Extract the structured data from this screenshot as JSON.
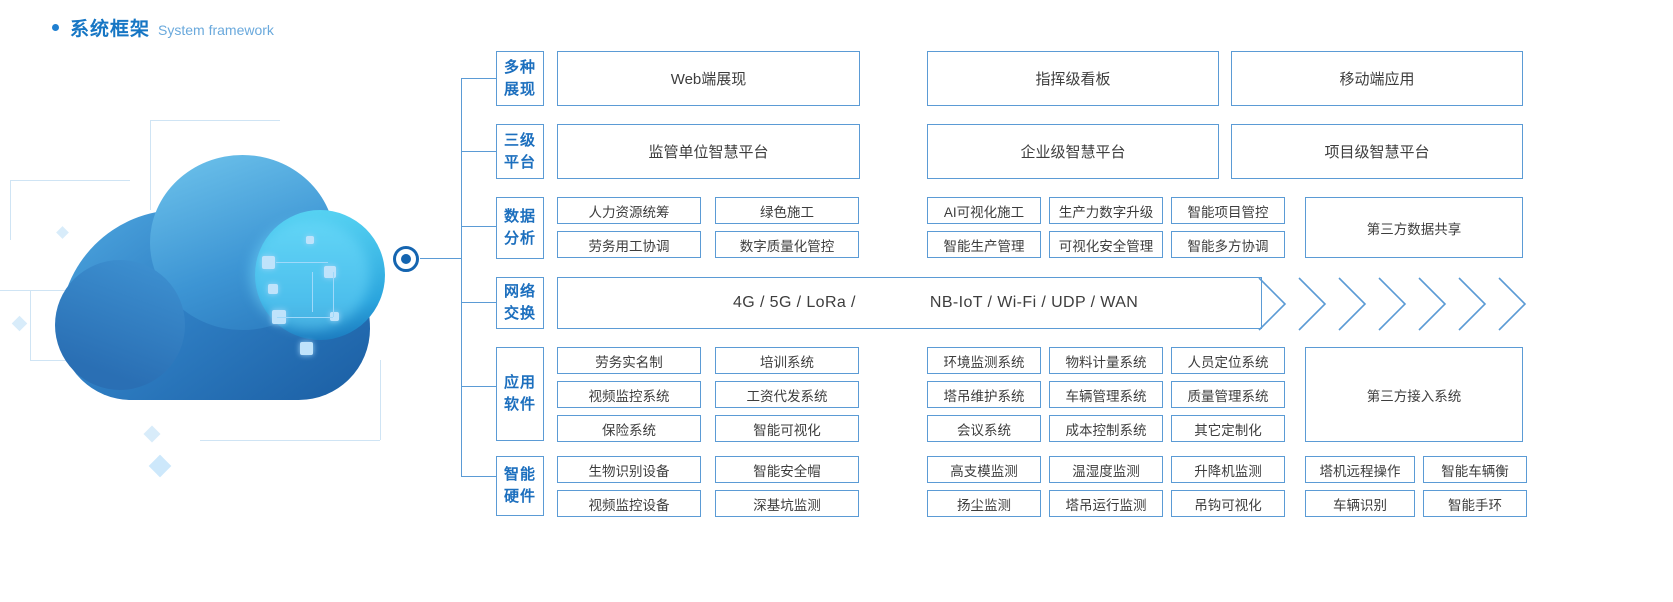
{
  "header": {
    "bullet": "bullet-dot",
    "title_zh": "系统框架",
    "title_en": "System framework"
  },
  "artwork": {
    "name": "cloud-illustration",
    "hub_node": "connection-hub-node"
  },
  "rows": [
    {
      "id": "presentation",
      "label": "多种\n展现",
      "label_line1": "多种",
      "label_line2": "展现",
      "type": "wide",
      "groups": [
        {
          "items": [
            "Web端展现"
          ]
        },
        {
          "items": [
            "指挥级看板"
          ]
        },
        {
          "items": [
            "移动端应用"
          ]
        }
      ]
    },
    {
      "id": "three-level-platform",
      "label_line1": "三级",
      "label_line2": "平台",
      "type": "wide",
      "groups": [
        {
          "items": [
            "监管单位智慧平台"
          ]
        },
        {
          "items": [
            "企业级智慧平台"
          ]
        },
        {
          "items": [
            "项目级智慧平台"
          ]
        }
      ]
    },
    {
      "id": "data-analysis",
      "label_line1": "数据",
      "label_line2": "分析",
      "type": "grid",
      "left_group": [
        "人力资源统筹",
        "绿色施工",
        "劳务用工协调",
        "数字质量化管控"
      ],
      "mid_group": [
        "AI可视化施工",
        "生产力数字升级",
        "智能项目管控",
        "智能生产管理",
        "可视化安全管理",
        "智能多方协调"
      ],
      "right_box": "第三方数据共享"
    },
    {
      "id": "network-exchange",
      "label_line1": "网络",
      "label_line2": "交换",
      "type": "network",
      "text_left": "4G / 5G / LoRa /",
      "text_right": "NB-IoT / Wi-Fi / UDP / WAN",
      "chevron_count": 7
    },
    {
      "id": "application-software",
      "label_line1": "应用",
      "label_line2": "软件",
      "type": "grid3",
      "left_group": [
        "劳务实名制",
        "培训系统",
        "视频监控系统",
        "工资代发系统",
        "保险系统",
        "智能可视化"
      ],
      "mid_group": [
        "环境监测系统",
        "物料计量系统",
        "人员定位系统",
        "塔吊维护系统",
        "车辆管理系统",
        "质量管理系统",
        "会议系统",
        "成本控制系统",
        "其它定制化"
      ],
      "right_box": "第三方接入系统"
    },
    {
      "id": "smart-hardware",
      "label_line1": "智能",
      "label_line2": "硬件",
      "type": "grid-hw",
      "left_group": [
        "生物识别设备",
        "智能安全帽",
        "视频监控设备",
        "深基坑监测"
      ],
      "mid_group": [
        "高支模监测",
        "温湿度监测",
        "升降机监测",
        "扬尘监测",
        "塔吊运行监测",
        "吊钩可视化"
      ],
      "right_group": [
        "塔机远程操作",
        "智能车辆衡",
        "车辆识别",
        "智能手环"
      ]
    }
  ],
  "colors": {
    "accent": "#1676c4",
    "border": "#5b9bd5",
    "label_text": "#1c6fbe",
    "body_text": "#3d3d3d",
    "subtitle": "#6aa9dc"
  }
}
